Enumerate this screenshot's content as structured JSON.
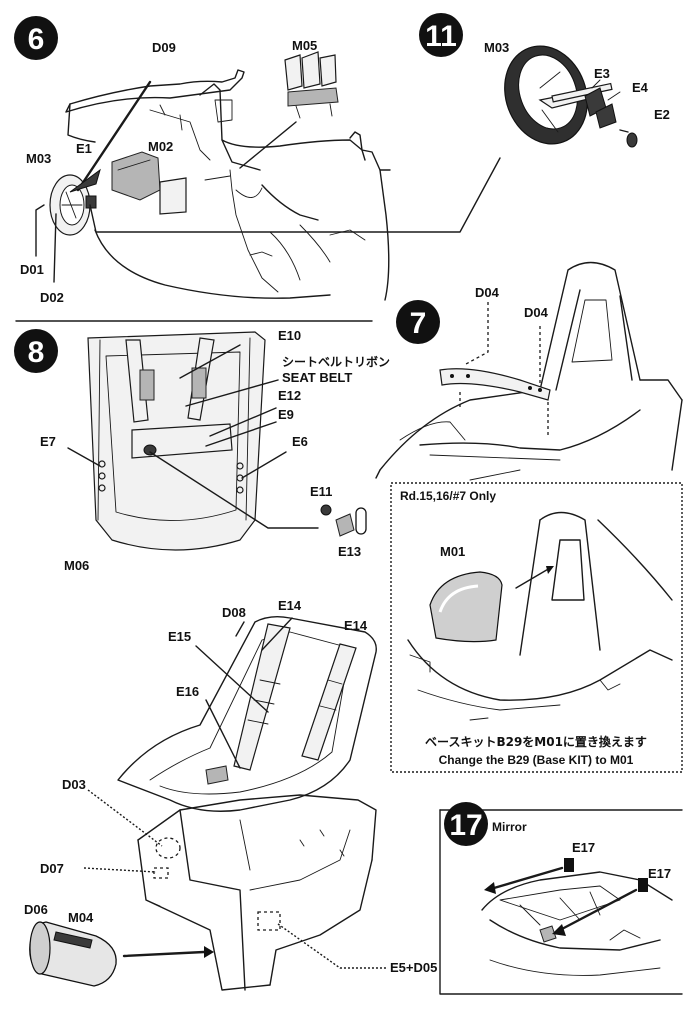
{
  "steps": {
    "step6": "6",
    "step11": "11",
    "step7": "7",
    "step8": "8",
    "step17": "17"
  },
  "labels": {
    "D09": "D09",
    "M05": "M05",
    "M03_a": "M03",
    "E1": "E1",
    "M02": "M02",
    "D01": "D01",
    "D02": "D02",
    "M03_b": "M03",
    "E3": "E3",
    "E4": "E4",
    "E2": "E2",
    "D04_a": "D04",
    "D04_b": "D04",
    "E10": "E10",
    "E12": "E12",
    "E9": "E9",
    "E7": "E7",
    "E6": "E6",
    "E11": "E11",
    "E13": "E13",
    "M06": "M06",
    "D08": "D08",
    "E14_a": "E14",
    "E14_b": "E14",
    "E15": "E15",
    "E16": "E16",
    "D03": "D03",
    "D07": "D07",
    "D06": "D06",
    "M04": "M04",
    "E5_D05": "E5+D05",
    "M01": "M01",
    "E17_a": "E17",
    "E17_b": "E17"
  },
  "notes": {
    "seatbelt_jp": "シートベルトリボン",
    "seatbelt_en": "SEAT BELT",
    "only_box_title": "Rd.15,16/#7 Only",
    "replace_jp": "ベースキットB29をM01に置き換えます",
    "replace_en": "Change the B29 (Base KIT) to M01",
    "mirror": "Mirror"
  },
  "colors": {
    "ink": "#1a1a1a",
    "badge": "#111111",
    "paper": "#ffffff"
  }
}
